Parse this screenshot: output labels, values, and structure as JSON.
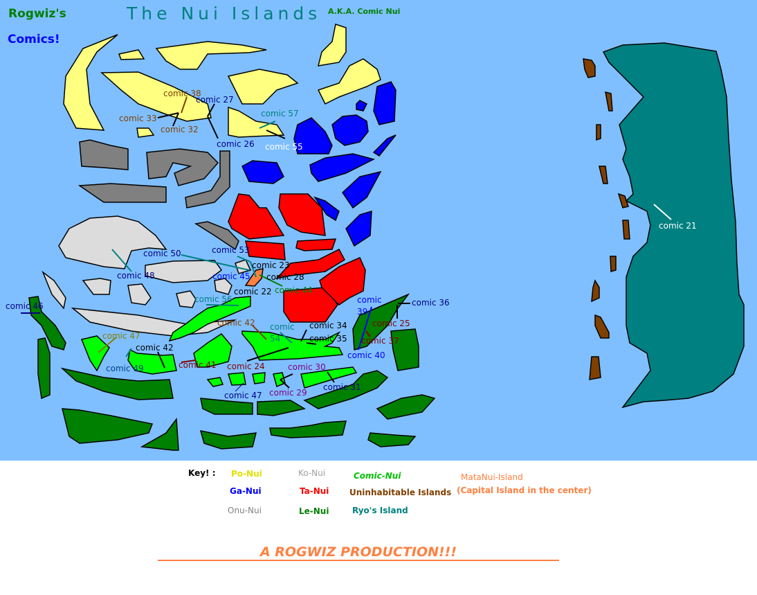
{
  "header": {
    "brand_line1": "Rogwiz's",
    "brand_line2": "Comics!",
    "title": "The Nui Islands",
    "subtitle": "A.K.A. Comic Nui"
  },
  "colors": {
    "sea": "#80bfff",
    "po_nui": "#ffff80",
    "ga_nui": "#0000ff",
    "onu_nui": "#808080",
    "ko_nui": "#dcdcdc",
    "ta_nui": "#ff0000",
    "le_nui": "#008000",
    "comic_nui": "#00ff00",
    "uninhabitable": "#804000",
    "ryo": "#008080",
    "matanui": "#ff8040"
  },
  "labels": {
    "c38": "comic 38",
    "c27": "comic 27",
    "c33": "comic 33",
    "c32": "comic 32",
    "c26": "comic 26",
    "c57": "comic 57",
    "c55": "comic 55",
    "c21": "comic 21",
    "c50": "comic 50",
    "c53": "comic 53",
    "c23": "comic 23",
    "c48": "comic 48",
    "c45": "comic 45",
    "c28": "comic 28",
    "c22": "comic 22",
    "c44": "comic 44",
    "c46": "comic 46",
    "c56": "comic 56",
    "c39a": "comic",
    "c39b": "39",
    "c36": "comic 36",
    "c25": "comic 25",
    "c42a": "comic 42",
    "c34": "comic 34",
    "c54a": "comic",
    "c54b": "54",
    "c35": "comic 35",
    "c37": "comic 37",
    "c47a": "comic 47",
    "c42b": "comic 42",
    "c40": "comic 40",
    "c41": "comic 41",
    "c49": "comic 49",
    "c24": "comic 24",
    "c30": "comic 30",
    "c31": "comic 31",
    "c47b": "comic 47",
    "c29": "comic 29"
  },
  "legend": {
    "key_label": "Key! :",
    "items": [
      {
        "label": "Po-Nui",
        "color": "#e0e000"
      },
      {
        "label": "Ga-Nui",
        "color": "#0000ff"
      },
      {
        "label": "Onu-Nui",
        "color": "#808080"
      },
      {
        "label": "Ko-Nui",
        "color": "#a0a0a0"
      },
      {
        "label": "Ta-Nui",
        "color": "#ff0000"
      },
      {
        "label": "Le-Nui",
        "color": "#008000"
      },
      {
        "label": "Comic-Nui",
        "color": "#00c000"
      },
      {
        "label": "Uninhabitable Islands",
        "color": "#804000"
      },
      {
        "label": "Ryo's Island",
        "color": "#008080"
      },
      {
        "label": "MataNui-Island",
        "color": "#ff8040"
      },
      {
        "label": "(Capital Island in the center)",
        "color": "#ff8040"
      }
    ]
  },
  "footer": {
    "production": "A ROGWIZ PRODUCTION!!!"
  }
}
